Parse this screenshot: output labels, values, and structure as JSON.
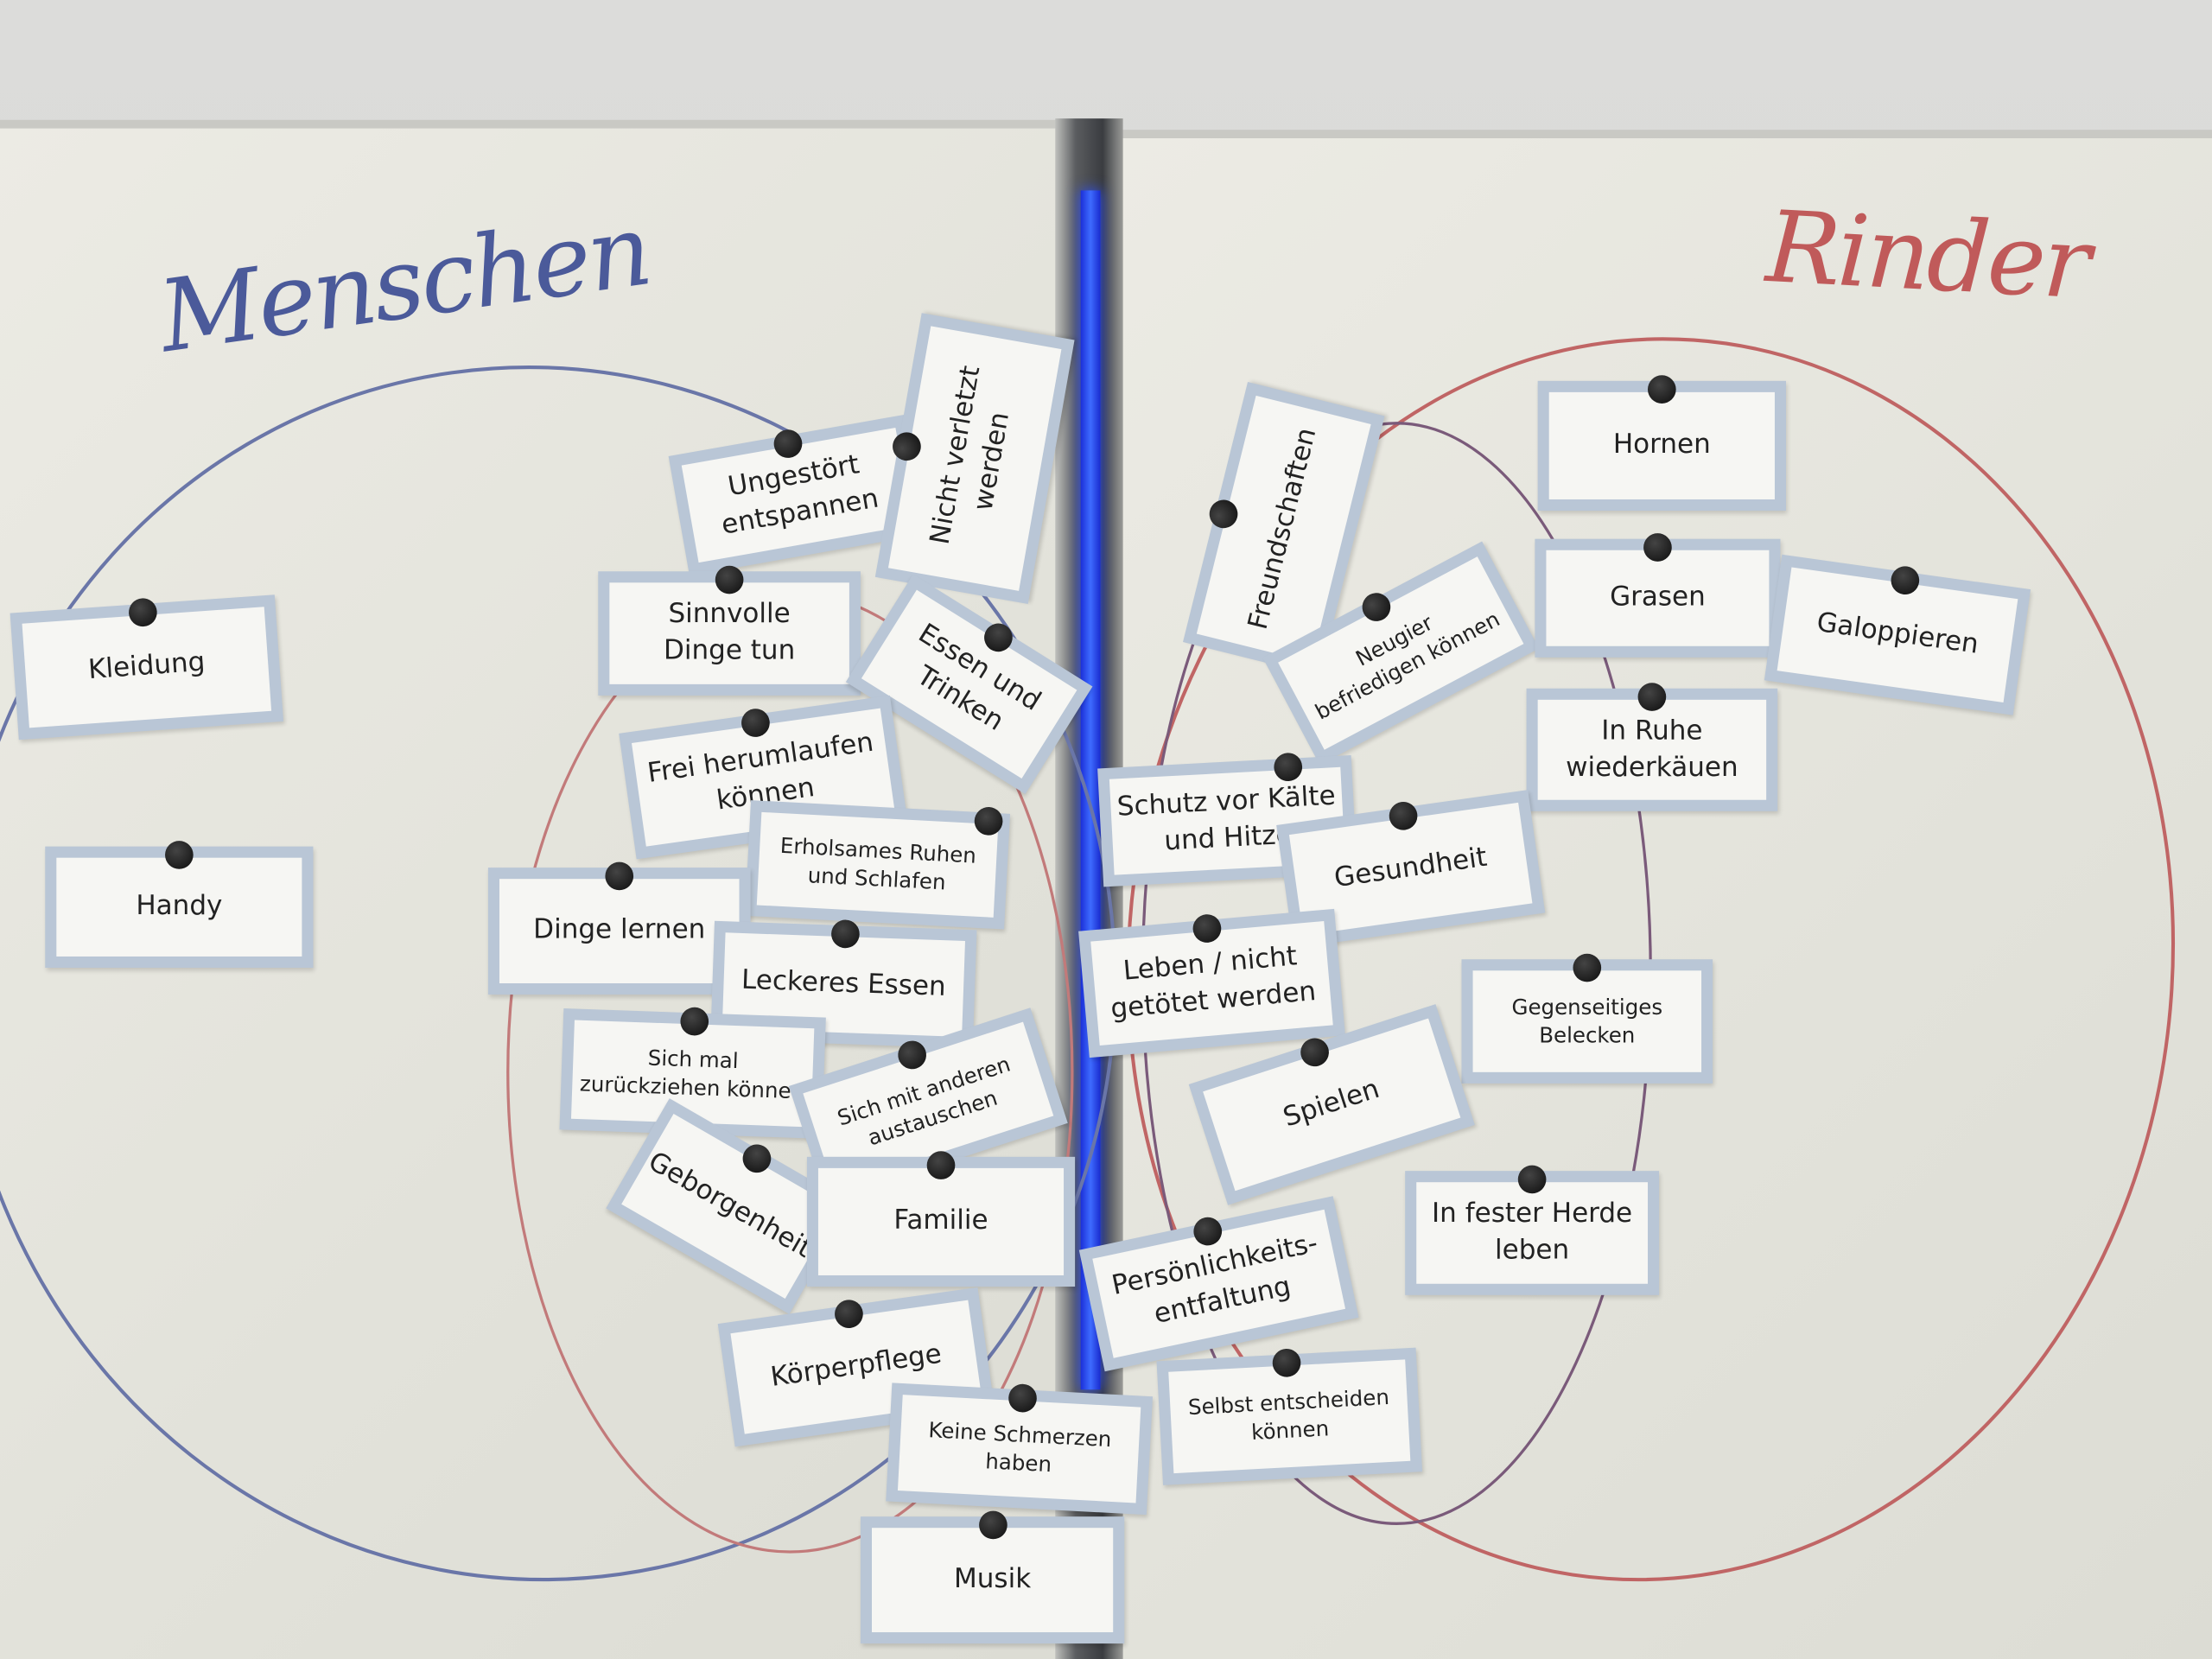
{
  "titles": {
    "left": "Menschen",
    "right": "Rinder"
  },
  "left_cards": [
    "Kleidung",
    "Handy",
    "Ungestört\nentspannen",
    "Nicht verletzt\nwerden",
    "Sinnvolle\nDinge tun",
    "Essen und\nTrinken",
    "Frei herumlaufen\nkönnen",
    "Erholsames Ruhen\nund Schlafen",
    "Dinge lernen",
    "Leckeres Essen",
    "Sich mal\nzurückziehen können",
    "Sich mit anderen\naustauschen",
    "Geborgenheit",
    "Familie",
    "Körperpflege",
    "Keine Schmerzen\nhaben",
    "Musik"
  ],
  "right_cards": [
    "Freundschaften",
    "Neugier\nbefriedigen können",
    "Hornen",
    "Grasen",
    "Galoppieren",
    "In Ruhe\nwiederkäuen",
    "Schutz vor Kälte\nund Hitze",
    "Gesundheit",
    "Leben / nicht\ngetötet werden",
    "Gegenseitiges\nBelecken",
    "Spielen",
    "In fester Herde\nleben",
    "Persönlichkeits-\nentfaltung",
    "Selbst entscheiden\nkönnen"
  ],
  "colors": {
    "blue_marker": "#4b5a9a",
    "red_marker": "#c05a5a",
    "card_border": "#b9c6d6"
  }
}
